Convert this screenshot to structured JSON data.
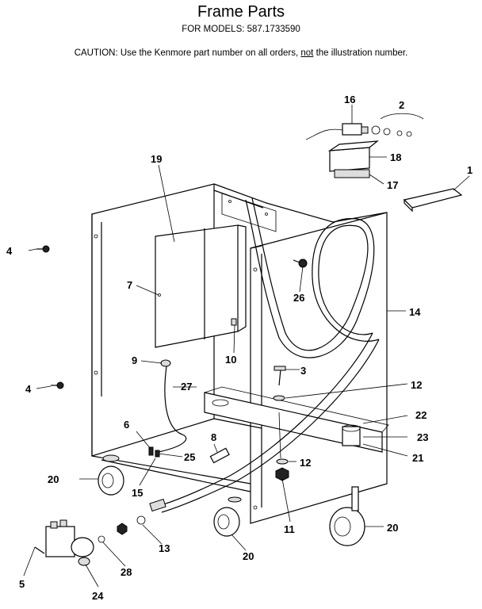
{
  "header": {
    "title": "Frame Parts",
    "models_label": "FOR MODELS:",
    "models_value": "587.1733590",
    "caution_prefix": "CAUTION:  Use the Kenmore part number on all orders, ",
    "caution_not": "not",
    "caution_suffix": " the illustration number."
  },
  "callouts": {
    "c1": "1",
    "c2": "2",
    "c3": "3",
    "c4a": "4",
    "c4b": "4",
    "c5": "5",
    "c6": "6",
    "c7": "7",
    "c8": "8",
    "c9": "9",
    "c10": "10",
    "c11": "11",
    "c12a": "12",
    "c12b": "12",
    "c13": "13",
    "c14": "14",
    "c15": "15",
    "c16": "16",
    "c17": "17",
    "c18": "18",
    "c19": "19",
    "c20a": "20",
    "c20b": "20",
    "c20c": "20",
    "c21": "21",
    "c22": "22",
    "c23": "23",
    "c24": "24",
    "c25": "25",
    "c26": "26",
    "c27": "27",
    "c28": "28"
  }
}
